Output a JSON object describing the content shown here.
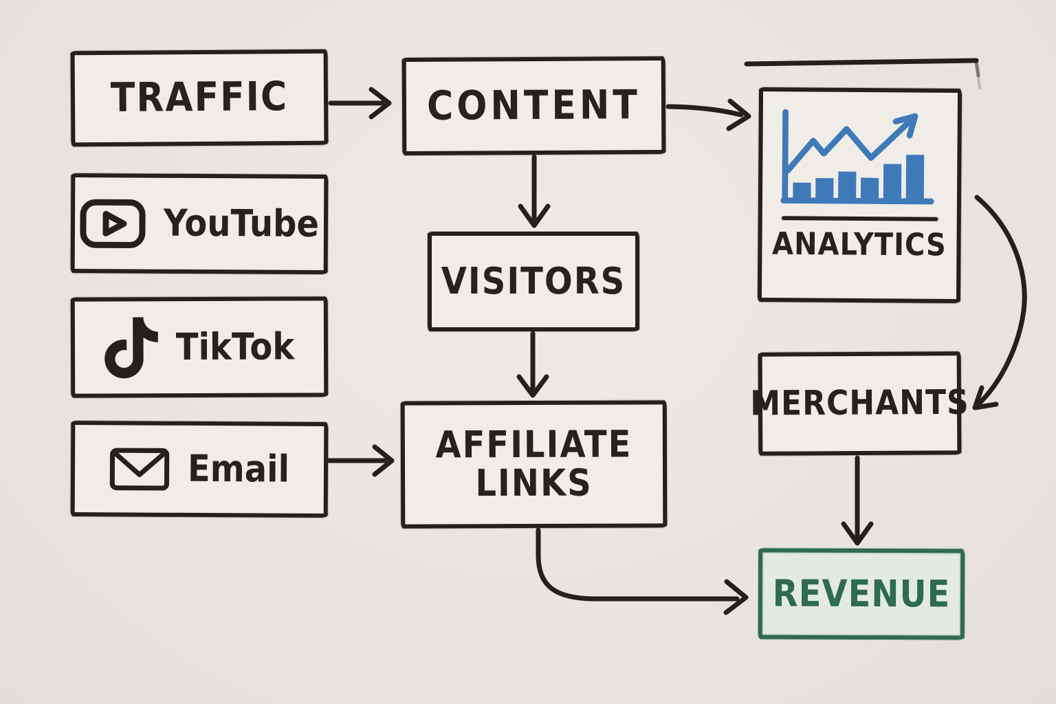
{
  "diagram": {
    "style": "hand-drawn whiteboard marker flowchart",
    "colors": {
      "paper": "#e8e4e0",
      "box_fill": "#f0ede9",
      "ink": "#24211d",
      "chart_blue": "#3f7ab8",
      "revenue_green": "#2e6b4f",
      "revenue_fill": "#e3eae3"
    },
    "nodes": {
      "traffic": {
        "label": "TRAFFIC"
      },
      "youtube": {
        "label": "YouTube",
        "icon": "youtube-play-icon"
      },
      "tiktok": {
        "label": "TikTok",
        "icon": "tiktok-note-icon"
      },
      "email": {
        "label": "Email",
        "icon": "envelope-icon"
      },
      "content": {
        "label": "CONTENT"
      },
      "visitors": {
        "label": "VISITORS"
      },
      "affiliate": {
        "label": "AFFILIATE LINKS"
      },
      "analytics": {
        "label": "ANALYTICS",
        "icon": "bar-line-chart-icon"
      },
      "merchants": {
        "label": "MERCHANTS"
      },
      "revenue": {
        "label": "REVENUE"
      }
    },
    "edges": [
      {
        "from": "traffic",
        "to": "content"
      },
      {
        "from": "content",
        "to": "analytics"
      },
      {
        "from": "content",
        "to": "visitors"
      },
      {
        "from": "visitors",
        "to": "affiliate"
      },
      {
        "from": "email",
        "to": "affiliate"
      },
      {
        "from": "affiliate",
        "to": "revenue"
      },
      {
        "from": "analytics",
        "to": "merchants"
      },
      {
        "from": "merchants",
        "to": "revenue"
      }
    ]
  }
}
